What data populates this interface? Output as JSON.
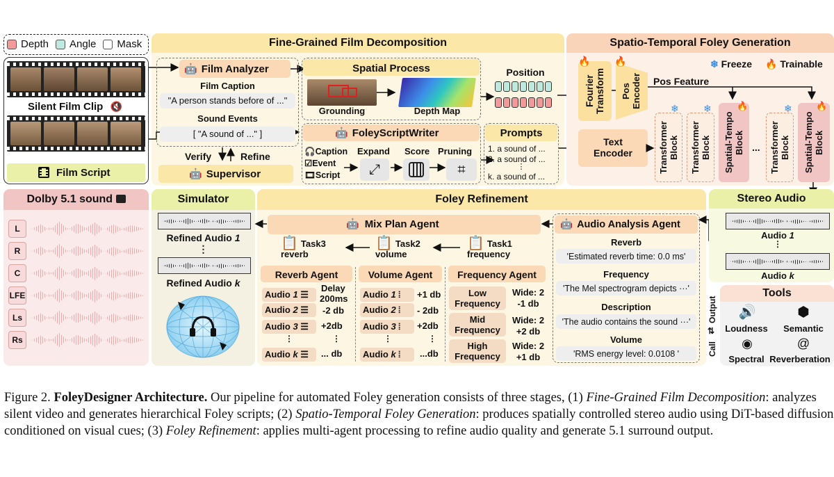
{
  "legend": {
    "depth": "Depth",
    "angle": "Angle",
    "mask": "Mask"
  },
  "film": {
    "clip_label": "Silent Film Clip",
    "script_label": "Film Script"
  },
  "fgd": {
    "title": "Fine-Grained Film Decomposition",
    "analyzer": "Film Analyzer",
    "caption_label": "Film Caption",
    "caption_text": "\"A person stands before of ...\"",
    "events_label": "Sound Events",
    "events_text": "[   \"A sound of ...\"  ]",
    "verify": "Verify",
    "refine": "Refine",
    "supervisor": "Supervisor",
    "spatial_process": "Spatial Process",
    "grounding": "Grounding",
    "depth_map": "Depth Map",
    "position": "Position",
    "writer": "FoleyScriptWriter",
    "ws_caption": "Caption",
    "ws_event": "Event",
    "ws_script": "Script",
    "expand": "Expand",
    "score": "Score",
    "pruning": "Pruning",
    "prompts": "Prompts",
    "prompt1": "1. a sound of ...",
    "prompt2": "2. a sound of ...",
    "promptdots": "⋮",
    "promptk": "k. a sound of ..."
  },
  "stfg": {
    "title": "Spatio-Temporal Foley Generation",
    "freeze": "Freeze",
    "trainable": "Trainable",
    "fourier": "Fourier Transform",
    "pos_encoder": "Pos Encoder",
    "pos_feature": "Pos Feature",
    "text_encoder": "Text Encoder",
    "transformer": "Transformer Block",
    "spatial": "Spatial-Tempo Block",
    "dots": "..."
  },
  "dolby": {
    "title": "Dolby 5.1 sound",
    "channels": [
      "L",
      "R",
      "C",
      "LFE",
      "Ls",
      "Rs"
    ]
  },
  "simulator": {
    "title": "Simulator",
    "refined1_a": "Refined  Audio ",
    "refined1_b": "1",
    "refinedk_a": "Refined  Audio ",
    "refinedk_b": "k",
    "dots": "⋮"
  },
  "refinement": {
    "title": "Foley Refinement",
    "mix_plan": "Mix Plan Agent",
    "audio_analysis": "Audio Analysis Agent",
    "task1_a": "Task1",
    "task1_b": "frequency",
    "task2_a": "Task2",
    "task2_b": "volume",
    "task3_a": "Task3",
    "task3_b": "reverb",
    "reverb_agent": "Reverb Agent",
    "volume_agent": "Volume Agent",
    "frequency_agent": "Frequency Agent",
    "audio1": "Audio ",
    "n1": "1",
    "audio2": "Audio ",
    "n2": "2",
    "audio3": "Audio ",
    "n3": "3",
    "audiok": "Audio ",
    "nk": "k",
    "delay": "Delay",
    "delay_val": "200ms",
    "rv2": "-2 db",
    "rv3": "+2db",
    "rvk": "... db",
    "vol1": "+1 db",
    "vol2": "- 2db",
    "vol3": "+2db",
    "volk": "...db",
    "low": "Low Frequency",
    "mid": "Mid Frequency",
    "high": "High Frequency",
    "w1": "Wide: 2",
    "w1v": "-1 db",
    "w2": "Wide: 2",
    "w2v": "+2 db",
    "w3": "Wide: 2",
    "w3v": "+1 db",
    "vdots": "⋮",
    "reverb_label": "Reverb",
    "reverb_text": "'Estimated reverb time: 0.0 ms'",
    "frequency_label": "Frequency",
    "frequency_text": "'The Mel spectrogram depicts ···'",
    "description_label": "Description",
    "description_text": "'The audio contains the sound ···'",
    "volume_label": "Volume",
    "volume_text": "'RMS energy level: 0.0108 '"
  },
  "stereo": {
    "title": "Stereo Audio",
    "a1_a": "Audio ",
    "a1_b": "1",
    "ak_a": "Audio ",
    "ak_b": "k",
    "dots": "⋮"
  },
  "tools": {
    "title": "Tools",
    "call": "Call",
    "output": "Output",
    "loudness": "Loudness",
    "semantic": "Semantic",
    "spectral": "Spectral",
    "reverberation": "Reverberation"
  },
  "caption": {
    "fig": "Figure 2.  ",
    "name": "FoleyDesigner Architecture.",
    "p1": "  Our pipeline for automated Foley generation consists of three stages, (1) ",
    "s1": "Fine-Grained Film Decomposition",
    "p2": ": analyzes silent video and generates hierarchical Foley scripts; (2) ",
    "s2": "Spatio-Temporal Foley Generation",
    "p3": ": produces spatially controlled stereo audio using DiT-based diffusion conditioned on visual cues; (3) ",
    "s3": "Foley Refinement",
    "p4": ": applies multi-agent processing to refine audio quality and generate 5.1 surround output."
  },
  "colors": {
    "yellow": "#fbe7a8",
    "peach": "#fad4b8",
    "pink": "#f2c5c5",
    "orange_box": "#fbd9b6",
    "green": "#eaf0a8",
    "teal": "#cdeee6"
  }
}
